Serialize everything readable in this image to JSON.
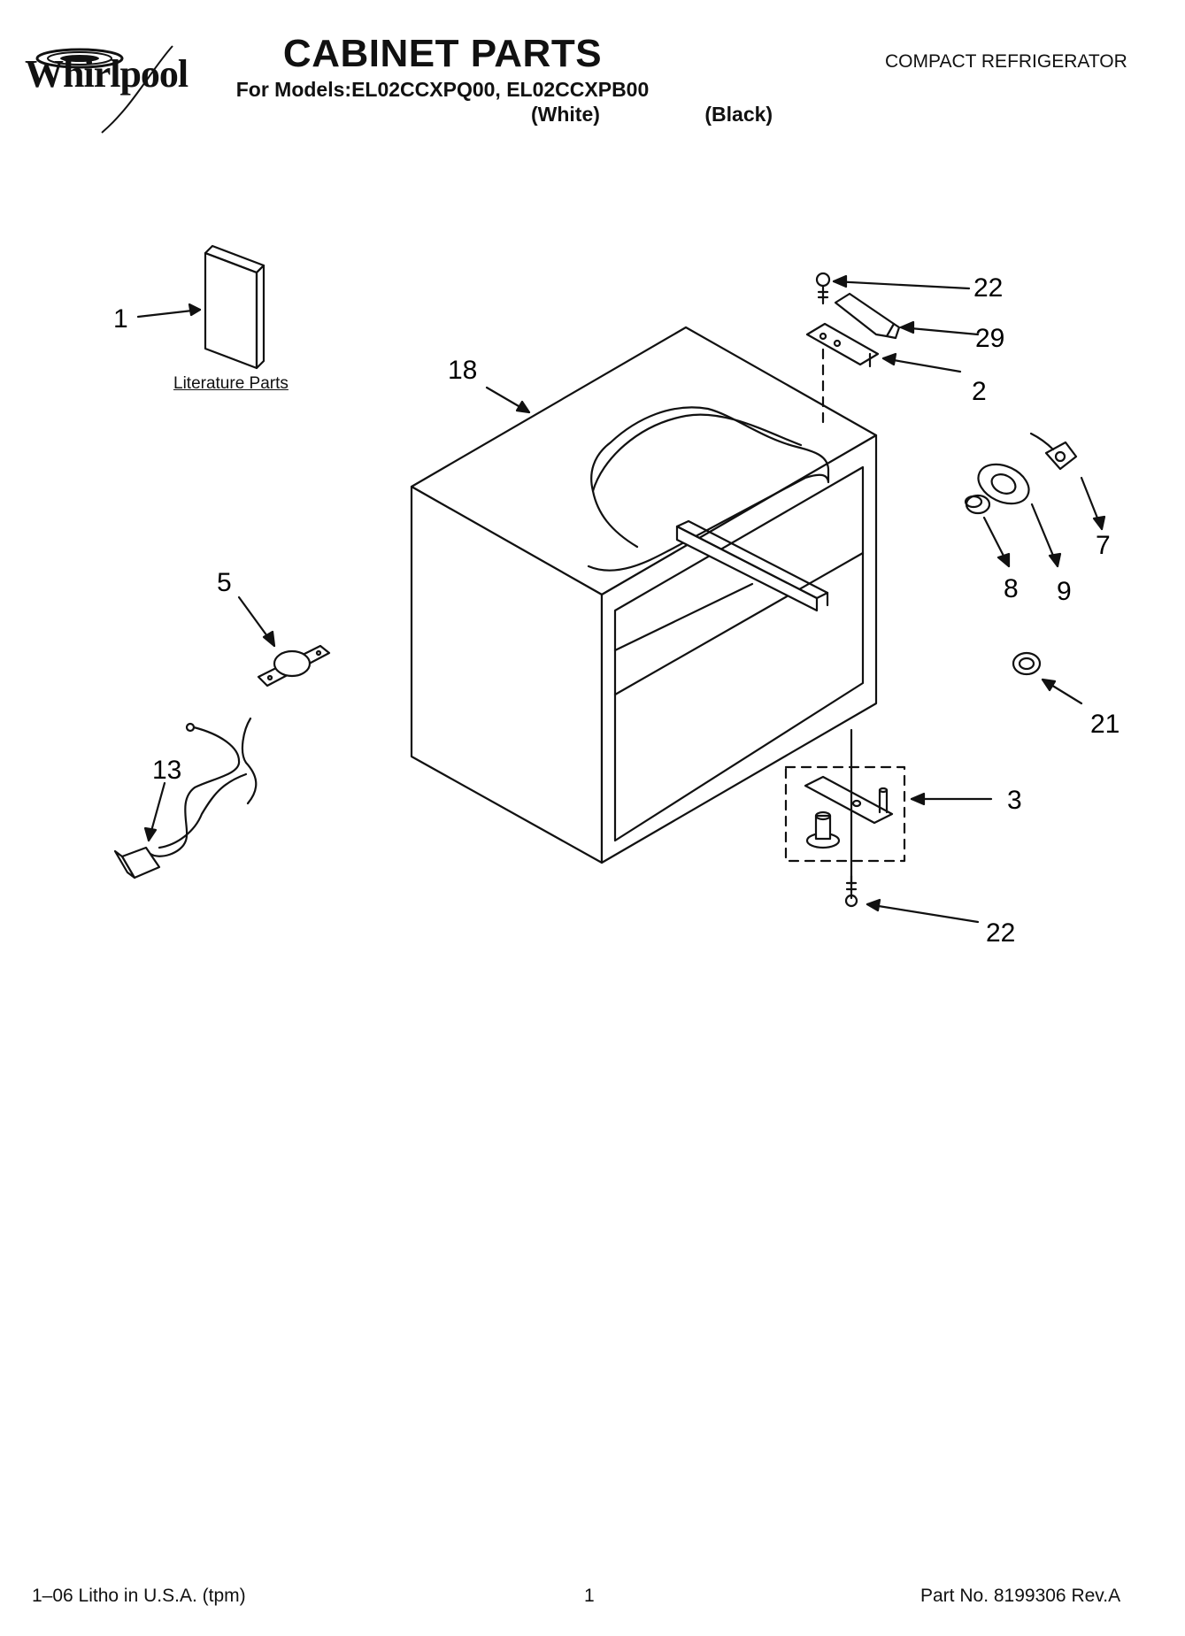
{
  "header": {
    "brand": "Whirlpool",
    "title": "CABINET PARTS",
    "models_line": "For Models:EL02CCXPQ00, EL02CCXPB00",
    "variant_white": "(White)",
    "variant_black": "(Black)",
    "category": "COMPACT REFRIGERATOR"
  },
  "diagram": {
    "literature_label": "Literature Parts",
    "callouts": {
      "c1": "1",
      "c18": "18",
      "c22_top": "22",
      "c29": "29",
      "c2": "2",
      "c7": "7",
      "c8": "8",
      "c9": "9",
      "c5": "5",
      "c21": "21",
      "c13": "13",
      "c3": "3",
      "c22_bottom": "22"
    }
  },
  "footer": {
    "litho": "1–06 Litho in U.S.A. (tpm)",
    "page": "1",
    "part_no": "Part No. 8199306 Rev.A"
  },
  "colors": {
    "ink": "#111111",
    "background": "#ffffff"
  }
}
